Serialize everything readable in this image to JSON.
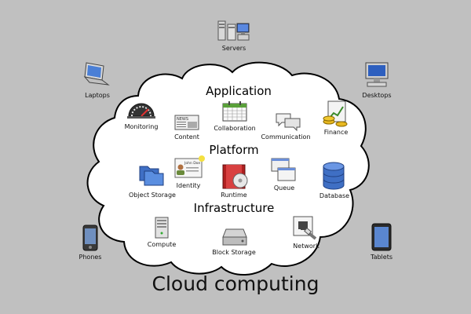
{
  "title": "Cloud computing",
  "sections": {
    "application": "Application",
    "platform": "Platform",
    "infrastructure": "Infrastructure"
  },
  "clients": {
    "servers": "Servers",
    "laptops": "Laptops",
    "desktops": "Desktops",
    "phones": "Phones",
    "tablets": "Tablets"
  },
  "application": {
    "monitoring": "Monitoring",
    "content": "Content",
    "collaboration": "Collaboration",
    "communication": "Communication",
    "finance": "Finance"
  },
  "platform": {
    "object_storage": "Object Storage",
    "identity": "Identity",
    "identity_card_name": "John Doe",
    "runtime": "Runtime",
    "queue": "Queue",
    "database": "Database"
  },
  "infrastructure": {
    "compute": "Compute",
    "block_storage": "Block Storage",
    "network": "Network"
  },
  "content_icon_text": "NEWS",
  "colors": {
    "background": "#c0c0c0",
    "cloud_fill": "#ffffff",
    "cloud_stroke": "#000000"
  }
}
